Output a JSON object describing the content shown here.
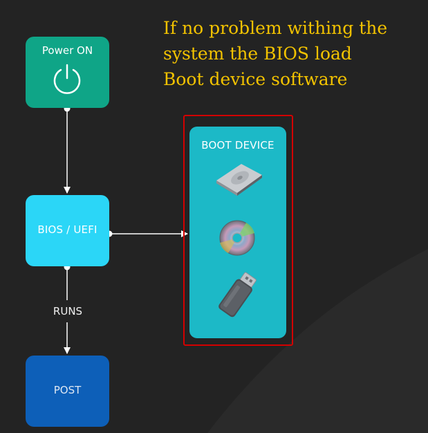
{
  "caption": {
    "lines": [
      "If no problem withing the",
      "system the BIOS load",
      "Boot device software"
    ]
  },
  "nodes": {
    "power": {
      "label": "Power ON",
      "icon": "power-icon"
    },
    "bios": {
      "label": "BIOS / UEFI"
    },
    "post": {
      "label": "POST"
    }
  },
  "edges": {
    "runs_label": "RUNS"
  },
  "boot_device": {
    "title": "BOOT DEVICE",
    "icons": [
      "hard-drive-icon",
      "optical-disc-icon",
      "usb-drive-icon"
    ]
  },
  "colors": {
    "caption": "#f2c200",
    "power": "#0fa587",
    "bios": "#2bd6f7",
    "post": "#0d5fb8",
    "boot_panel": "#1cb9c7",
    "highlight": "#d40000"
  }
}
